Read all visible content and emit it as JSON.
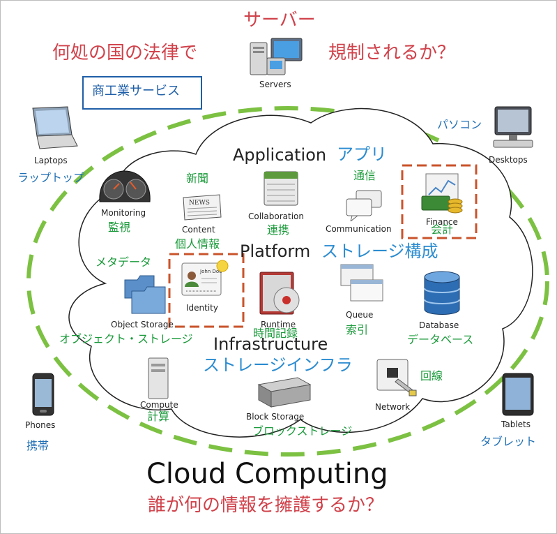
{
  "header": {
    "server_jp": "サーバー",
    "servers": "Servers",
    "law_left": "何処の国の法律で",
    "law_right": "規制されるか？"
  },
  "commerce_box": "商工業サービス",
  "devices": {
    "laptops": "Laptops",
    "laptops_jp": "ラップトップ",
    "desktops": "Desktops",
    "desktops_jp": "パソコン",
    "phones": "Phones",
    "phones_jp": "携帯",
    "tablets": "Tablets",
    "tablets_jp": "タブレット"
  },
  "layers": {
    "application": "Application",
    "application_jp": "アプリ",
    "platform": "Platform",
    "platform_jp": "ストレージ構成",
    "infrastructure": "Infrastructure",
    "infrastructure_jp": "ストレージインフラ"
  },
  "items": {
    "monitoring": "Monitoring",
    "monitoring_jp": "監視",
    "content_jp_top": "新聞",
    "content": "Content",
    "content_jp": "個人情報",
    "collaboration": "Collaboration",
    "collaboration_jp": "連携",
    "communication_jp": "通信",
    "communication": "Communication",
    "finance": "Finance",
    "finance_jp": "会計",
    "metadata_jp": "メタデータ",
    "object_storage": "Object Storage",
    "object_storage_jp": "オブジェクト・ストレージ",
    "identity": "Identity",
    "identity_card_name": "John Doe",
    "runtime": "Runtime",
    "runtime_jp": "時間記録",
    "queue": "Queue",
    "queue_jp": "索引",
    "database": "Database",
    "database_jp": "データベース",
    "compute": "Compute",
    "compute_jp": "計算",
    "block_storage": "Block Storage",
    "block_storage_jp": "ブロックストレージ",
    "network": "Network",
    "network_jp": "回線",
    "news_icon_text": "NEWS"
  },
  "footer": {
    "title": "Cloud Computing",
    "question": "誰が何の情報を擁護するか？"
  },
  "colors": {
    "red": "#d0414a",
    "green": "#1a9a3a",
    "blue": "#1f6fb5",
    "dash_green": "#7cc142",
    "dash_red": "#c9532b"
  }
}
